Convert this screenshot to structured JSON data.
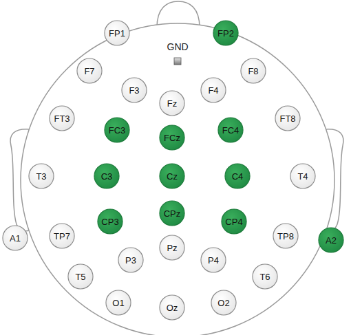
{
  "diagram": {
    "nodes": [
      {
        "text": [
          "FP1"
        ]
      },
      {
        "text": [
          "FP2"
        ]
      },
      {
        "text": [
          "F7"
        ]
      },
      {
        "text": [
          "F3"
        ]
      },
      {
        "text": [
          "Fz"
        ]
      },
      {
        "text": [
          "F4"
        ]
      },
      {
        "text": [
          "F8"
        ]
      },
      {
        "text": [
          "FT3"
        ]
      },
      {
        "text": [
          "FC3"
        ]
      },
      {
        "text": [
          "FCz"
        ]
      },
      {
        "text": [
          "FC4"
        ]
      },
      {
        "text": [
          "FT8"
        ]
      },
      {
        "text": [
          "T3"
        ]
      },
      {
        "text": [
          "C3"
        ]
      },
      {
        "text": [
          "Cz"
        ]
      },
      {
        "text": [
          "C4"
        ]
      },
      {
        "text": [
          "T4"
        ]
      },
      {
        "text": [
          "A1"
        ]
      },
      {
        "text": [
          "TP7"
        ]
      },
      {
        "text": [
          "CP3"
        ]
      },
      {
        "text": [
          "CPz"
        ]
      },
      {
        "text": [
          "CP4"
        ]
      },
      {
        "text": [
          "TP8"
        ]
      },
      {
        "text": [
          "A2"
        ]
      },
      {
        "text": [
          "T5"
        ]
      },
      {
        "text": [
          "P3"
        ]
      },
      {
        "text": [
          "Pz"
        ]
      },
      {
        "text": [
          "P4"
        ]
      },
      {
        "text": [
          "T6"
        ]
      },
      {
        "text": [
          "O1"
        ]
      },
      {
        "text": [
          "Oz"
        ]
      },
      {
        "text": [
          "O2"
        ]
      }
    ],
    "labels": [
      "GND"
    ]
  }
}
